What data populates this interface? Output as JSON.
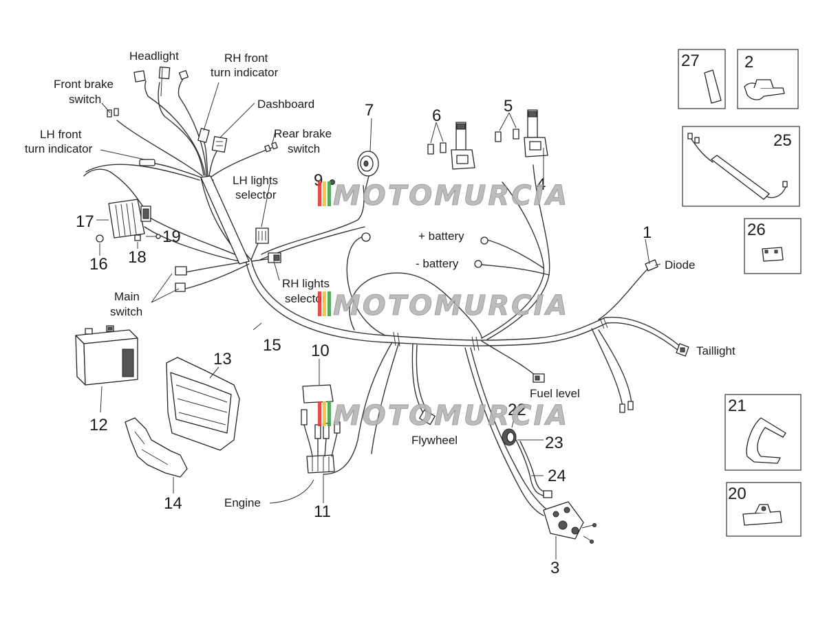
{
  "labels": {
    "headlight": "Headlight",
    "rh_front_1": "RH front",
    "rh_front_2": "turn indicator",
    "front_brake_1": "Front brake",
    "front_brake_2": "switch",
    "dashboard": "Dashboard",
    "lh_front_1": "LH front",
    "lh_front_2": "turn indicator",
    "rear_brake_1": "Rear brake",
    "rear_brake_2": "switch",
    "lh_lights_1": "LH lights",
    "lh_lights_2": "selector",
    "battery_plus": "+  battery",
    "battery_minus": "-  battery",
    "diode": "Diode",
    "main_switch_1": "Main",
    "main_switch_2": "switch",
    "rh_lights_1": "RH lights",
    "rh_lights_2": "selector",
    "taillight": "Taillight",
    "fuel_level": "Fuel level",
    "flywheel": "Flywheel",
    "engine": "Engine"
  },
  "part_numbers": {
    "p1": "1",
    "p2": "2",
    "p3": "3",
    "p4": "4",
    "p5": "5",
    "p6": "6",
    "p7": "7",
    "p9": "9",
    "p10": "10",
    "p11": "11",
    "p12": "12",
    "p13": "13",
    "p14": "14",
    "p15": "15",
    "p16": "16",
    "p17": "17",
    "p18": "18",
    "p19": "19",
    "p20": "20",
    "p21": "21",
    "p22": "22",
    "p23": "23",
    "p24": "24",
    "p25": "25",
    "p26": "26",
    "p27": "27"
  },
  "watermark": {
    "text": "MOTOMURCIA",
    "stripe_colors": [
      "#e53935",
      "#fbc02d",
      "#43a047"
    ],
    "text_color": "#b0b0b0"
  }
}
